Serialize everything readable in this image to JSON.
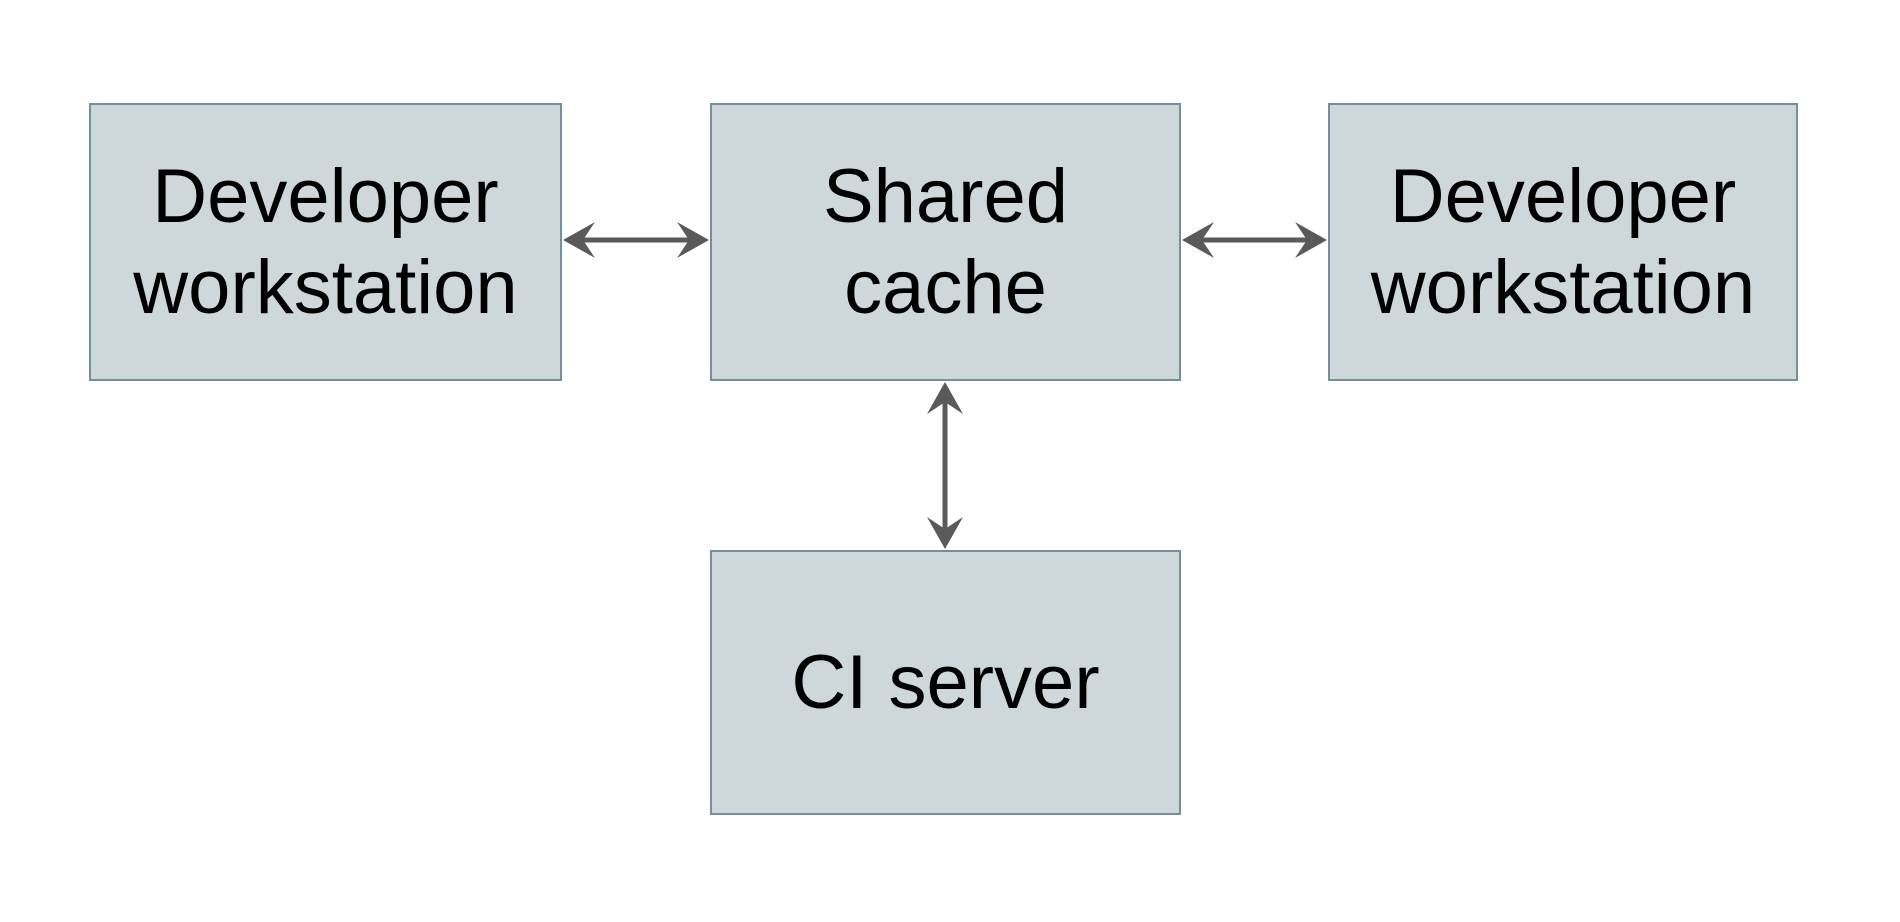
{
  "diagram": {
    "colors": {
      "background": "#ffffff",
      "box_fill": "#ced7d9",
      "box_border": "#74909b",
      "arrow": "#595a5c",
      "text": "#000000"
    },
    "nodes": {
      "workstation_left": {
        "label": "Developer\nworkstation"
      },
      "shared_cache": {
        "label": "Shared\ncache"
      },
      "workstation_right": {
        "label": "Developer\nworkstation"
      },
      "ci_server": {
        "label": "CI server"
      }
    },
    "edges": [
      {
        "from": "Developer workstation (left)",
        "to": "Shared cache",
        "type": "bidirectional-arrow"
      },
      {
        "from": "Shared cache",
        "to": "Developer workstation (right)",
        "type": "bidirectional-arrow"
      },
      {
        "from": "Shared cache",
        "to": "CI server",
        "type": "bidirectional-arrow"
      }
    ]
  }
}
